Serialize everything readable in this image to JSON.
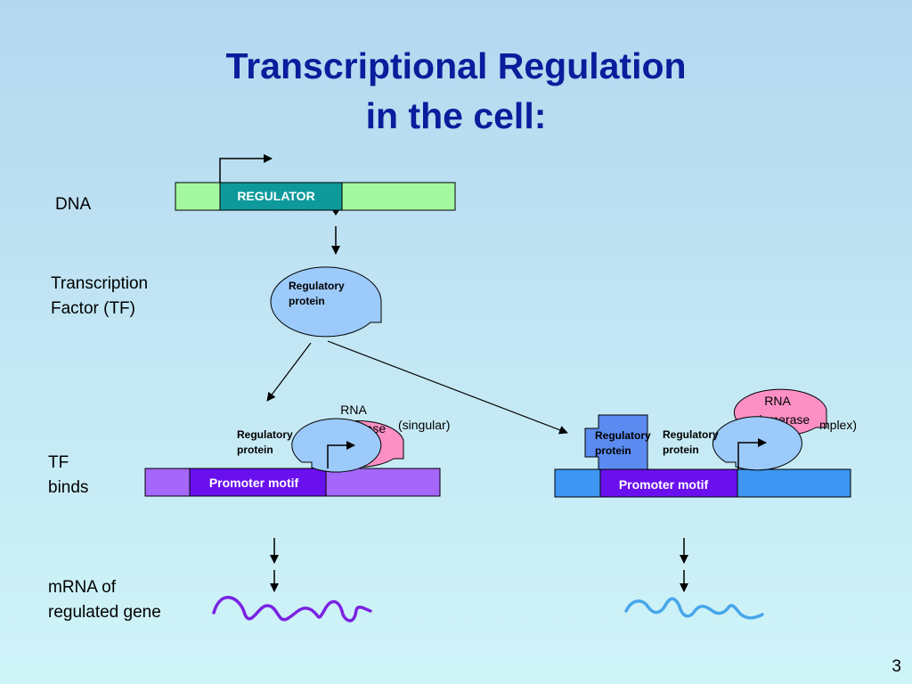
{
  "title": {
    "line1": "Transcriptional Regulation",
    "line2": "in the cell:"
  },
  "row_labels": {
    "dna": "DNA",
    "tf_line1": "Transcription",
    "tf_line2": "Factor (TF)",
    "binds_line1": "TF",
    "binds_line2": "binds",
    "mrna_line1": "mRNA of",
    "mrna_line2": "regulated gene"
  },
  "dna": {
    "regulator_label": "REGULATOR"
  },
  "tf": {
    "protein_line1": "Regulatory",
    "protein_line2": "protein"
  },
  "left": {
    "protein_line1": "Regulatory",
    "protein_line2": "protein",
    "pol_line1": "RNA",
    "pol_line2": "polymerase",
    "note": "(singular)",
    "promoter_label": "Promoter motif"
  },
  "right": {
    "protein_a_line1": "Regulatory",
    "protein_a_line2": "protein",
    "protein_b_line1": "Regulatory",
    "protein_b_line2": "protein",
    "pol_line1": "RNA",
    "pol_line2": "polymerase",
    "note": "mplex)",
    "promoter_label": "Promoter motif"
  },
  "page_number": "3",
  "colors": {
    "title": "#0a1d9c",
    "dna_bar": "#a4f8a0",
    "regulator_box": "#0e9a9a",
    "regulatory_protein": "#9ccafa",
    "rna_polymerase": "#fc90c4",
    "left_promoter_bar": "#a566fa",
    "promoter_box": "#6a10ee",
    "right_promoter_bar": "#3d96f2",
    "right_protein_a": "#5b8bf0",
    "mrna_left": "#7a22e2",
    "mrna_right": "#47a6ea"
  }
}
